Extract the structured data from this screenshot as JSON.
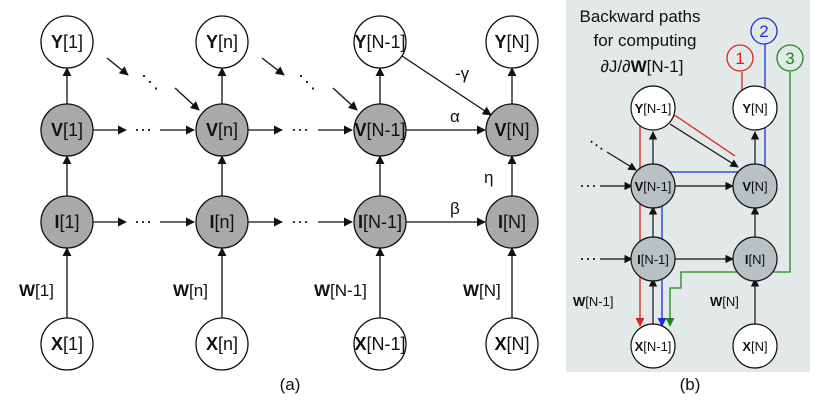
{
  "panel_a": {
    "caption": "(a)",
    "nodes": {
      "y1": {
        "bold": "Y",
        "rest": "[1]"
      },
      "yn": {
        "bold": "Y",
        "rest": "[n]"
      },
      "yn1": {
        "bold": "Y",
        "rest": "[N-1]"
      },
      "yN": {
        "bold": "Y",
        "rest": "[N]"
      },
      "v1": {
        "bold": "V",
        "rest": "[1]"
      },
      "vn": {
        "bold": "V",
        "rest": "[n]"
      },
      "vn1": {
        "bold": "V",
        "rest": "[N-1]"
      },
      "vN": {
        "bold": "V",
        "rest": "[N]"
      },
      "i1": {
        "bold": "I",
        "rest": "[1]"
      },
      "in": {
        "bold": "I",
        "rest": "[n]"
      },
      "in1": {
        "bold": "I",
        "rest": "[N-1]"
      },
      "iN": {
        "bold": "I",
        "rest": "[N]"
      },
      "x1": {
        "bold": "X",
        "rest": "[1]"
      },
      "xn": {
        "bold": "X",
        "rest": "[n]"
      },
      "xn1": {
        "bold": "X",
        "rest": "[N-1]"
      },
      "xN": {
        "bold": "X",
        "rest": "[N]"
      }
    },
    "weights": {
      "w1": {
        "bold": "W",
        "rest": "[1]"
      },
      "wn": {
        "bold": "W",
        "rest": "[n]"
      },
      "wn1": {
        "bold": "W",
        "rest": "[N-1]"
      },
      "wN": {
        "bold": "W",
        "rest": "[N]"
      }
    },
    "edge_labels": {
      "gamma": "-γ",
      "alpha": "α",
      "beta": "β",
      "eta": "η"
    },
    "ellipsis": "···",
    "diag_ellipsis": "⋱"
  },
  "panel_b": {
    "caption": "(b)",
    "title_lines": [
      "Backward paths",
      "for computing"
    ],
    "title_math": {
      "pre": "∂J/∂",
      "bold": "W",
      "post": "[N-1]"
    },
    "paths": [
      {
        "num": "1",
        "color": "#e0201b"
      },
      {
        "num": "2",
        "color": "#1f2fd6"
      },
      {
        "num": "3",
        "color": "#1a8a17"
      }
    ],
    "nodes": {
      "yn1": {
        "bold": "Y",
        "rest": "[N-1]"
      },
      "yN": {
        "bold": "Y",
        "rest": "[N]"
      },
      "vn1": {
        "bold": "V",
        "rest": "[N-1]"
      },
      "vN": {
        "bold": "V",
        "rest": "[N]"
      },
      "in1": {
        "bold": "I",
        "rest": "[N-1]"
      },
      "iN": {
        "bold": "I",
        "rest": "[N]"
      },
      "xn1": {
        "bold": "X",
        "rest": "[N-1]"
      },
      "xN": {
        "bold": "X",
        "rest": "[N]"
      }
    },
    "weights": {
      "wn1": {
        "bold": "W",
        "rest": "[N-1]"
      },
      "wN": {
        "bold": "W",
        "rest": "[N]"
      }
    },
    "ellipsis": "···",
    "panel_bg": "#e3e9e9"
  },
  "colors": {
    "gray_node": "#a9a9a9",
    "gray_node_b": "#b9c2c2",
    "stroke": "#111111"
  }
}
